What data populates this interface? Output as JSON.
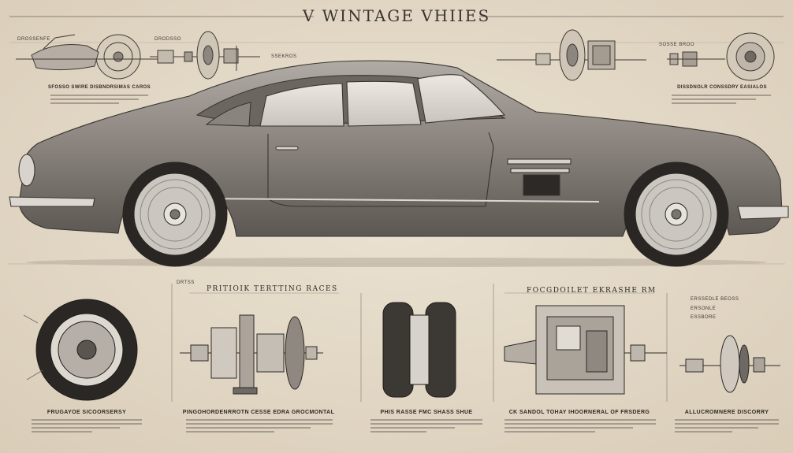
{
  "title": "V WINTAGE VHIIES",
  "top_labels": {
    "label_1": "DROSSENFE",
    "label_2": "DRODSSO",
    "label_3": "SSEKROS",
    "label_4": "SOSSE BROO",
    "caption_left": "SFOSSO SWIRE DISBNDRSIMAS CAROS",
    "caption_right": "DISSDNOLR CONSSDRY EASIALOS"
  },
  "bottom": {
    "tiny_label": "DRTSS",
    "header_1": "PRITIOIK  TERTTING  RACES",
    "header_2": "FOCGDOILET  EKRASHE  RM",
    "small_labels_right": [
      "ERSSEDLE BEOSS",
      "ERSONLE",
      "ESSBORE"
    ],
    "caption_1": "FRUGAYOE SICOORSERSY",
    "caption_2": "PINGOHORDENRROTN CESSE EDRA GROCMONTAL",
    "caption_3": "PHIS RASSE  FMC  SHASS SHUE",
    "caption_4": "CK SANDOL  TOHAY IHOORNERAL OF FRSDERG",
    "caption_5": "ALLUCROMNERE DISCORRY"
  },
  "colors": {
    "paper": "#e6dccb",
    "ink": "#3a3530",
    "car_body": "#8d8680",
    "chrome": "#c9c6c0"
  }
}
